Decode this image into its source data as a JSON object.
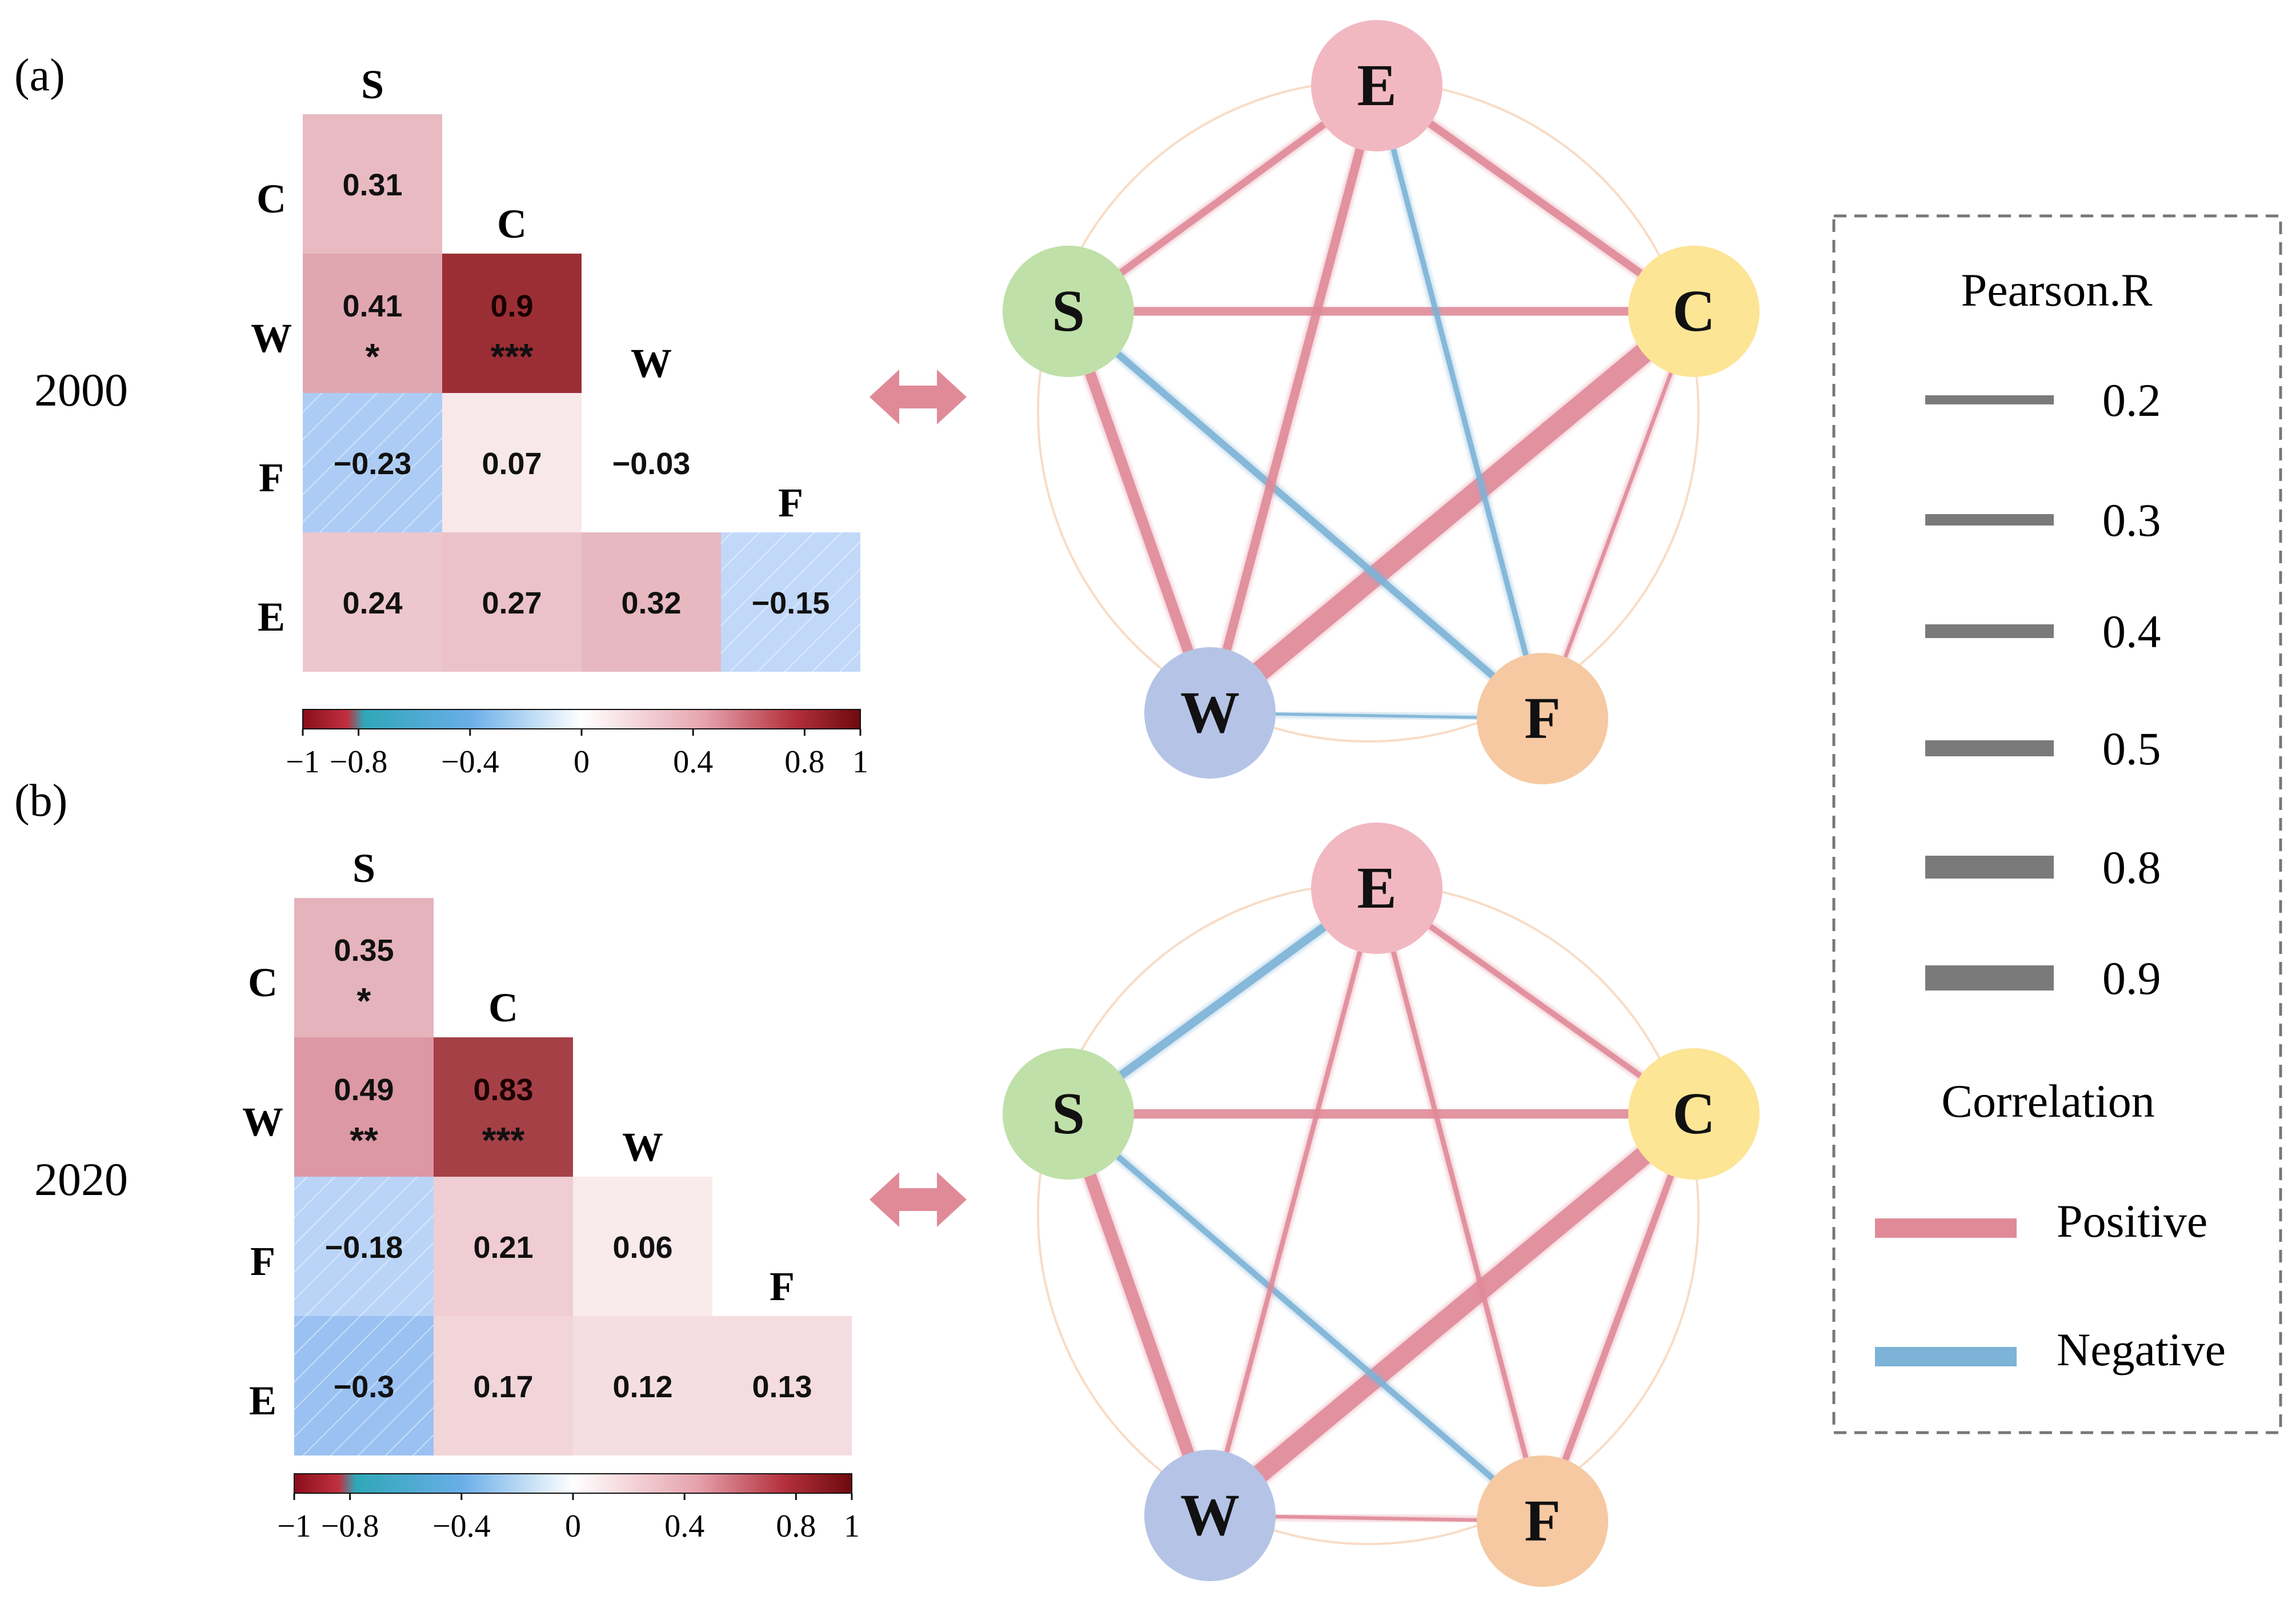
{
  "panels": [
    {
      "label": "(a)",
      "year": "2000",
      "column_labels": [
        "S",
        "C",
        "W",
        "F"
      ],
      "row_labels": [
        "C",
        "W",
        "F",
        "E"
      ]
    },
    {
      "label": "(b)",
      "year": "2020",
      "column_labels": [
        "S",
        "C",
        "W",
        "F"
      ],
      "row_labels": [
        "C",
        "W",
        "F",
        "E"
      ]
    }
  ],
  "colorbar": {
    "ticks": [
      "−1",
      "−0.8",
      "−0.4",
      "0",
      "0.4",
      "0.8",
      "1"
    ]
  },
  "legend": {
    "width_title": "Pearson.R",
    "width_items": [
      "0.2",
      "0.3",
      "0.4",
      "0.5",
      "0.8",
      "0.9"
    ],
    "color_title": "Correlation",
    "positive_label": "Positive",
    "negative_label": "Negative"
  },
  "colors": {
    "positive": "#e08a98",
    "negative": "#7cb3d6",
    "node_E": "#f2b8c2",
    "node_S": "#bfe0a8",
    "node_C": "#fde596",
    "node_W": "#b5c4e6",
    "node_F": "#f6c9a2",
    "arrow": "#e08a98"
  },
  "chart_data": [
    {
      "type": "heatmap",
      "year": "2000",
      "variables": [
        "S",
        "C",
        "W",
        "F",
        "E"
      ],
      "cells": [
        {
          "row": "C",
          "col": "S",
          "value": 0.31,
          "label": "0.31",
          "sig": ""
        },
        {
          "row": "W",
          "col": "S",
          "value": 0.41,
          "label": "0.41",
          "sig": "*"
        },
        {
          "row": "W",
          "col": "C",
          "value": 0.9,
          "label": "0.9",
          "sig": "***"
        },
        {
          "row": "F",
          "col": "S",
          "value": -0.23,
          "label": "−0.23",
          "sig": ""
        },
        {
          "row": "F",
          "col": "C",
          "value": 0.07,
          "label": "0.07",
          "sig": ""
        },
        {
          "row": "F",
          "col": "W",
          "value": -0.03,
          "label": "−0.03",
          "sig": ""
        },
        {
          "row": "E",
          "col": "S",
          "value": 0.24,
          "label": "0.24",
          "sig": ""
        },
        {
          "row": "E",
          "col": "C",
          "value": 0.27,
          "label": "0.27",
          "sig": ""
        },
        {
          "row": "E",
          "col": "W",
          "value": 0.32,
          "label": "0.32",
          "sig": ""
        },
        {
          "row": "E",
          "col": "F",
          "value": -0.15,
          "label": "−0.15",
          "sig": ""
        }
      ],
      "colorbar_range": [
        -1,
        1
      ]
    },
    {
      "type": "heatmap",
      "year": "2020",
      "variables": [
        "S",
        "C",
        "W",
        "F",
        "E"
      ],
      "cells": [
        {
          "row": "C",
          "col": "S",
          "value": 0.35,
          "label": "0.35",
          "sig": "*"
        },
        {
          "row": "W",
          "col": "S",
          "value": 0.49,
          "label": "0.49",
          "sig": "**"
        },
        {
          "row": "W",
          "col": "C",
          "value": 0.83,
          "label": "0.83",
          "sig": "***"
        },
        {
          "row": "F",
          "col": "S",
          "value": -0.18,
          "label": "−0.18",
          "sig": ""
        },
        {
          "row": "F",
          "col": "C",
          "value": 0.21,
          "label": "0.21",
          "sig": ""
        },
        {
          "row": "F",
          "col": "W",
          "value": 0.06,
          "label": "0.06",
          "sig": ""
        },
        {
          "row": "E",
          "col": "S",
          "value": -0.3,
          "label": "−0.3",
          "sig": ""
        },
        {
          "row": "E",
          "col": "C",
          "value": 0.17,
          "label": "0.17",
          "sig": ""
        },
        {
          "row": "E",
          "col": "W",
          "value": 0.12,
          "label": "0.12",
          "sig": ""
        },
        {
          "row": "E",
          "col": "F",
          "value": 0.13,
          "label": "0.13",
          "sig": ""
        }
      ],
      "colorbar_range": [
        -1,
        1
      ]
    }
  ]
}
